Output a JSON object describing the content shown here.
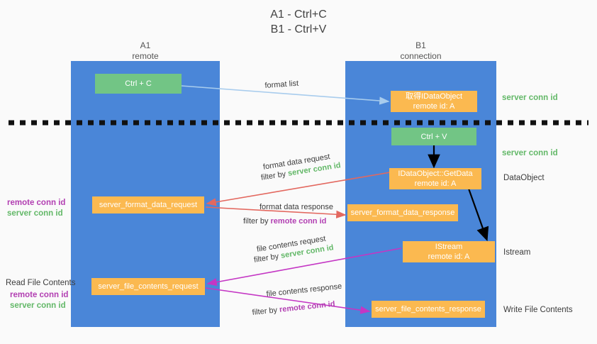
{
  "title": {
    "line1": "A1 - Ctrl+C",
    "line2": "B1 - Ctrl+V"
  },
  "colors": {
    "lane": "#4a86d8",
    "green_node": "#72c585",
    "orange_node": "#fbb950",
    "server_conn_id": "#63b868",
    "remote_conn_id": "#b23fb2",
    "light_blue_arrow": "#a8cced",
    "red_arrow": "#e3685f",
    "magenta_arrow": "#c436c4",
    "black_arrow": "#000000",
    "background": "#fafafa"
  },
  "lanes": [
    {
      "id": "a1",
      "header_line1": "A1",
      "header_line2": "remote"
    },
    {
      "id": "b1",
      "header_line1": "B1",
      "header_line2": "connection"
    }
  ],
  "nodes": [
    {
      "id": "ctrl-c",
      "label": "Ctrl + C",
      "sub": "",
      "kind": "green"
    },
    {
      "id": "idataobject-clipboard",
      "label": "取得IDataObject",
      "sub": "remote id: A",
      "kind": "orange"
    },
    {
      "id": "ctrl-v",
      "label": "Ctrl + V",
      "sub": "",
      "kind": "green"
    },
    {
      "id": "idataobject-getdata",
      "label": "IDataObject::GetData",
      "sub": "remote id: A",
      "kind": "orange"
    },
    {
      "id": "server-format-data-request",
      "label": "server_format_data_request",
      "sub": "",
      "kind": "orange"
    },
    {
      "id": "server-format-data-response",
      "label": "server_format_data_response",
      "sub": "",
      "kind": "orange"
    },
    {
      "id": "istream",
      "label": "IStream",
      "sub": "remote id: A",
      "kind": "orange"
    },
    {
      "id": "server-file-contents-request",
      "label": "server_file_contents_request",
      "sub": "",
      "kind": "orange"
    },
    {
      "id": "server-file-contents-response",
      "label": "server_file_contents_response",
      "sub": "",
      "kind": "orange"
    }
  ],
  "right_labels": [
    {
      "id": "server-conn-id-1",
      "text": "server conn id",
      "style": "green"
    },
    {
      "id": "server-conn-id-2",
      "text": "server conn id",
      "style": "green"
    },
    {
      "id": "dataobject",
      "text": "DataObject",
      "style": "plain"
    },
    {
      "id": "istream-label",
      "text": "Istream",
      "style": "plain"
    },
    {
      "id": "write-file-contents",
      "text": "Write File Contents",
      "style": "plain"
    }
  ],
  "left_labels": [
    {
      "id": "left-remote-conn-id-1",
      "text": "remote conn id",
      "style": "purple"
    },
    {
      "id": "left-server-conn-id-1",
      "text": "server conn id",
      "style": "green"
    },
    {
      "id": "read-file-contents",
      "text": "Read File Contents",
      "style": "plain"
    },
    {
      "id": "left-remote-conn-id-2",
      "text": "remote conn id",
      "style": "purple"
    },
    {
      "id": "left-server-conn-id-2",
      "text": "server conn id",
      "style": "green"
    }
  ],
  "edge_labels": {
    "format_list": "format list",
    "format_data_request": "format data request",
    "format_data_request_filter_prefix": "filter by ",
    "format_data_request_filter_value": "server conn id",
    "format_data_response": "format data response",
    "format_data_response_filter_prefix": "filter by ",
    "format_data_response_filter_value": "remote conn id",
    "file_contents_request": "file contents request",
    "file_contents_request_filter_prefix": "filter by ",
    "file_contents_request_filter_value": "server conn id",
    "file_contents_response": "file contents response",
    "file_contents_response_filter_prefix": "filter by ",
    "file_contents_response_filter_value": "remote conn id"
  }
}
